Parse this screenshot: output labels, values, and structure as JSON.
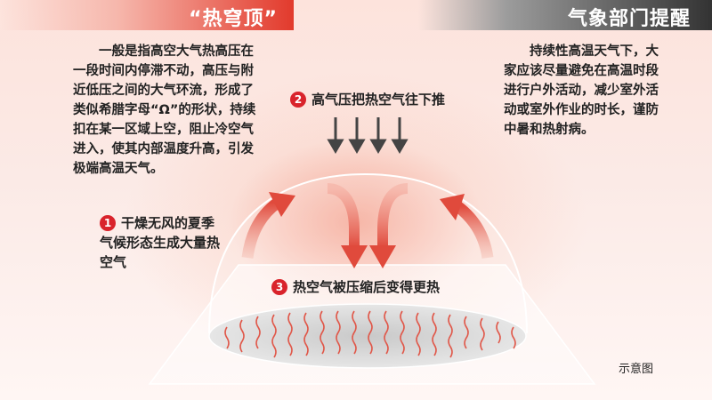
{
  "header": {
    "left_title": "“热穹顶”",
    "right_title": "气象部门提醒"
  },
  "left_text": "一般是指高空大气热高压在一段时间内停滞不动，高压与附近低压之间的大气环流，形成了类似希腊字母“Ω”的形状，持续扣在某一区域上空，阻止冷空气进入，使其内部温度升高，引发极端高温天气。",
  "right_text": "持续性高温天气下，大家应该尽量避免在高温时段进行户外活动，减少室外活动或室外作业的时长，谨防中暑和热射病。",
  "steps": [
    {
      "number": "1",
      "text": "干燥无风的夏季气候形态生成大量热空气"
    },
    {
      "number": "2",
      "text": "高气压把热空气往下推"
    },
    {
      "number": "3",
      "text": "热空气被压缩后变得更热"
    }
  ],
  "caption": "示意图",
  "colors": {
    "accent_red": "#d9232b",
    "banner_dark": "#333333",
    "arrow_red": "#e04a3c",
    "arrow_gray": "#444444"
  }
}
